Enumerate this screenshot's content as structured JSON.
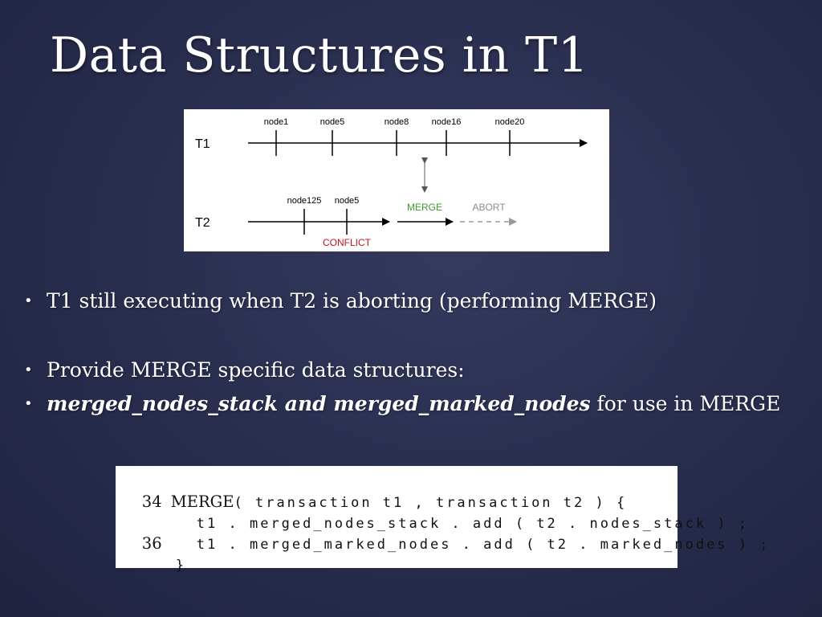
{
  "slide": {
    "title": "Data Structures in T1"
  },
  "diagram": {
    "row_t1": "T1",
    "row_t2": "T2",
    "t1_nodes": [
      "node1",
      "node5",
      "node8",
      "node16",
      "node20"
    ],
    "t2_nodes": [
      "node125",
      "node5"
    ],
    "merge_label": "MERGE",
    "abort_label": "ABORT",
    "conflict_label": "CONFLICT",
    "colors": {
      "merge": "#3a9a2a",
      "abort": "#8c8c8c",
      "conflict": "#c0121f"
    }
  },
  "bullets": {
    "b1": "T1 still executing when T2 is aborting (performing MERGE)",
    "b2": "Provide MERGE specific data structures:",
    "b3_bold": "merged_nodes_stack and merged_marked_nodes",
    "b3_rest": " for use in MERGE",
    "marker": "•"
  },
  "code": {
    "line1_no": "34",
    "line1_kw": "MERGE",
    "line1_rest": "( transaction t1 , transaction t2 ) {",
    "line2": "t1 . merged_nodes_stack . add ( t2 . nodes_stack ) ;",
    "line3_no": "36",
    "line3": "t1 . merged_marked_nodes . add ( t2 . marked_nodes ) ;",
    "line4": "}"
  }
}
